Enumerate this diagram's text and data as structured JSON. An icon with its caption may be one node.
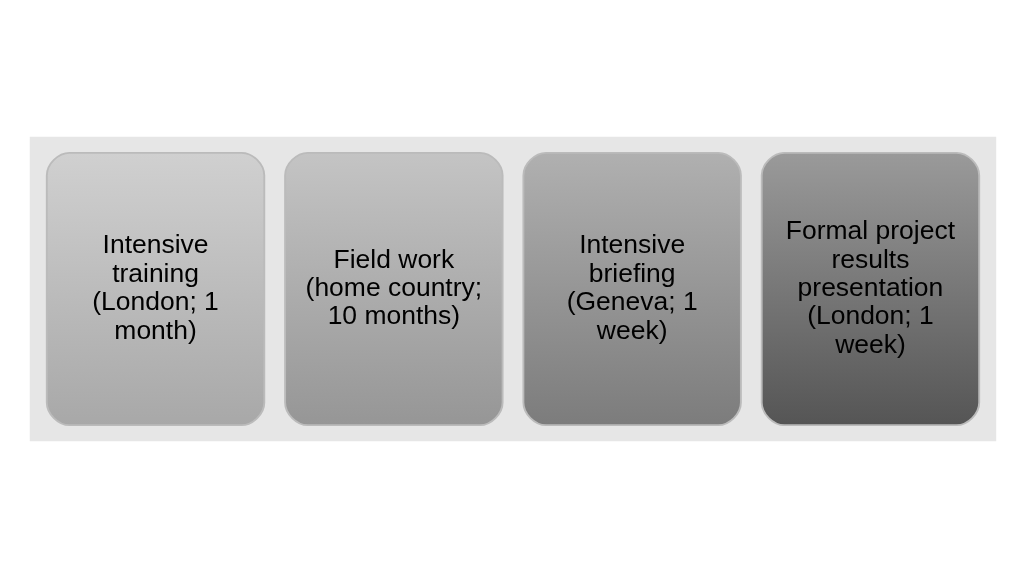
{
  "diagram": {
    "nodes": [
      {
        "text": [],
        "shape": "arrow"
      },
      {
        "text": [
          "Intensive training (London; 1 month)"
        ],
        "in": 0
      },
      {
        "text": [
          "Field work (home country; 10 months)"
        ],
        "in": 0
      },
      {
        "text": [
          "Intensive briefing (Geneva; 1 week)"
        ],
        "in": 0
      },
      {
        "text": [
          "Formal project results presentation (London; 1 week)"
        ],
        "in": 0
      }
    ]
  }
}
